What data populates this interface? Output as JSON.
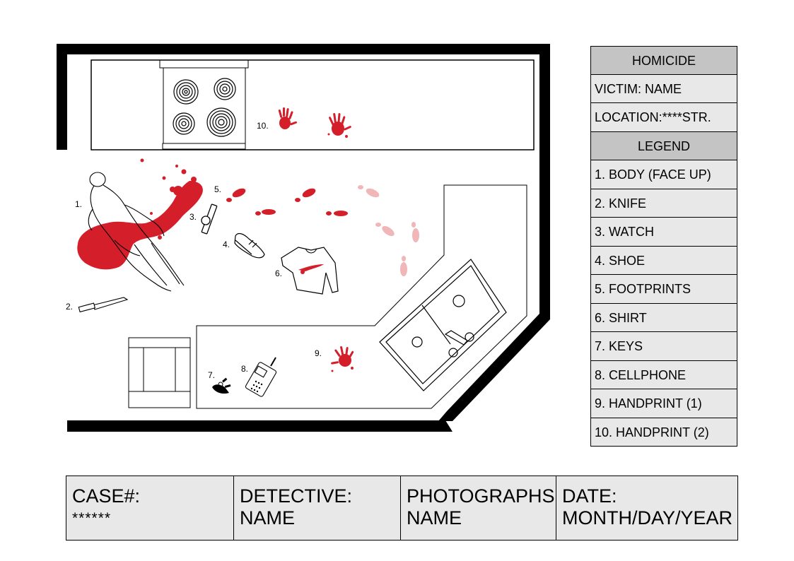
{
  "legend": {
    "header": "HOMICIDE",
    "victim": "VICTIM: NAME",
    "location": "LOCATION:****STR.",
    "legend_title": "LEGEND",
    "items": [
      "1. BODY (FACE UP)",
      "2. KNIFE",
      "3. WATCH",
      "4. SHOE",
      "5. FOOTPRINTS",
      "6. SHIRT",
      "7. KEYS",
      "8. CELLPHONE",
      "9. HANDPRINT (1)",
      "10. HANDPRINT (2)"
    ]
  },
  "info_bar": {
    "case_label": "CASE#:",
    "case_value": "******",
    "detective_label": "DETECTIVE:",
    "detective_value": "NAME",
    "photographs_label": "PHOTOGRAPHS:",
    "photographs_value": "NAME",
    "date_label": "DATE:",
    "date_value": "MONTH/DAY/YEAR"
  },
  "markers": {
    "body": "1.",
    "knife": "2.",
    "watch": "3.",
    "shoe": "4.",
    "footprints": "5.",
    "shirt": "6.",
    "keys": "7.",
    "cellphone": "8.",
    "handprint_1": "9.",
    "handprint_2": "10."
  },
  "colors": {
    "blood": "#d41e2a",
    "blood_faded": "#f0b6b8",
    "panel_fill": "#e8e8e8",
    "header_fill": "#c4c4c4"
  }
}
